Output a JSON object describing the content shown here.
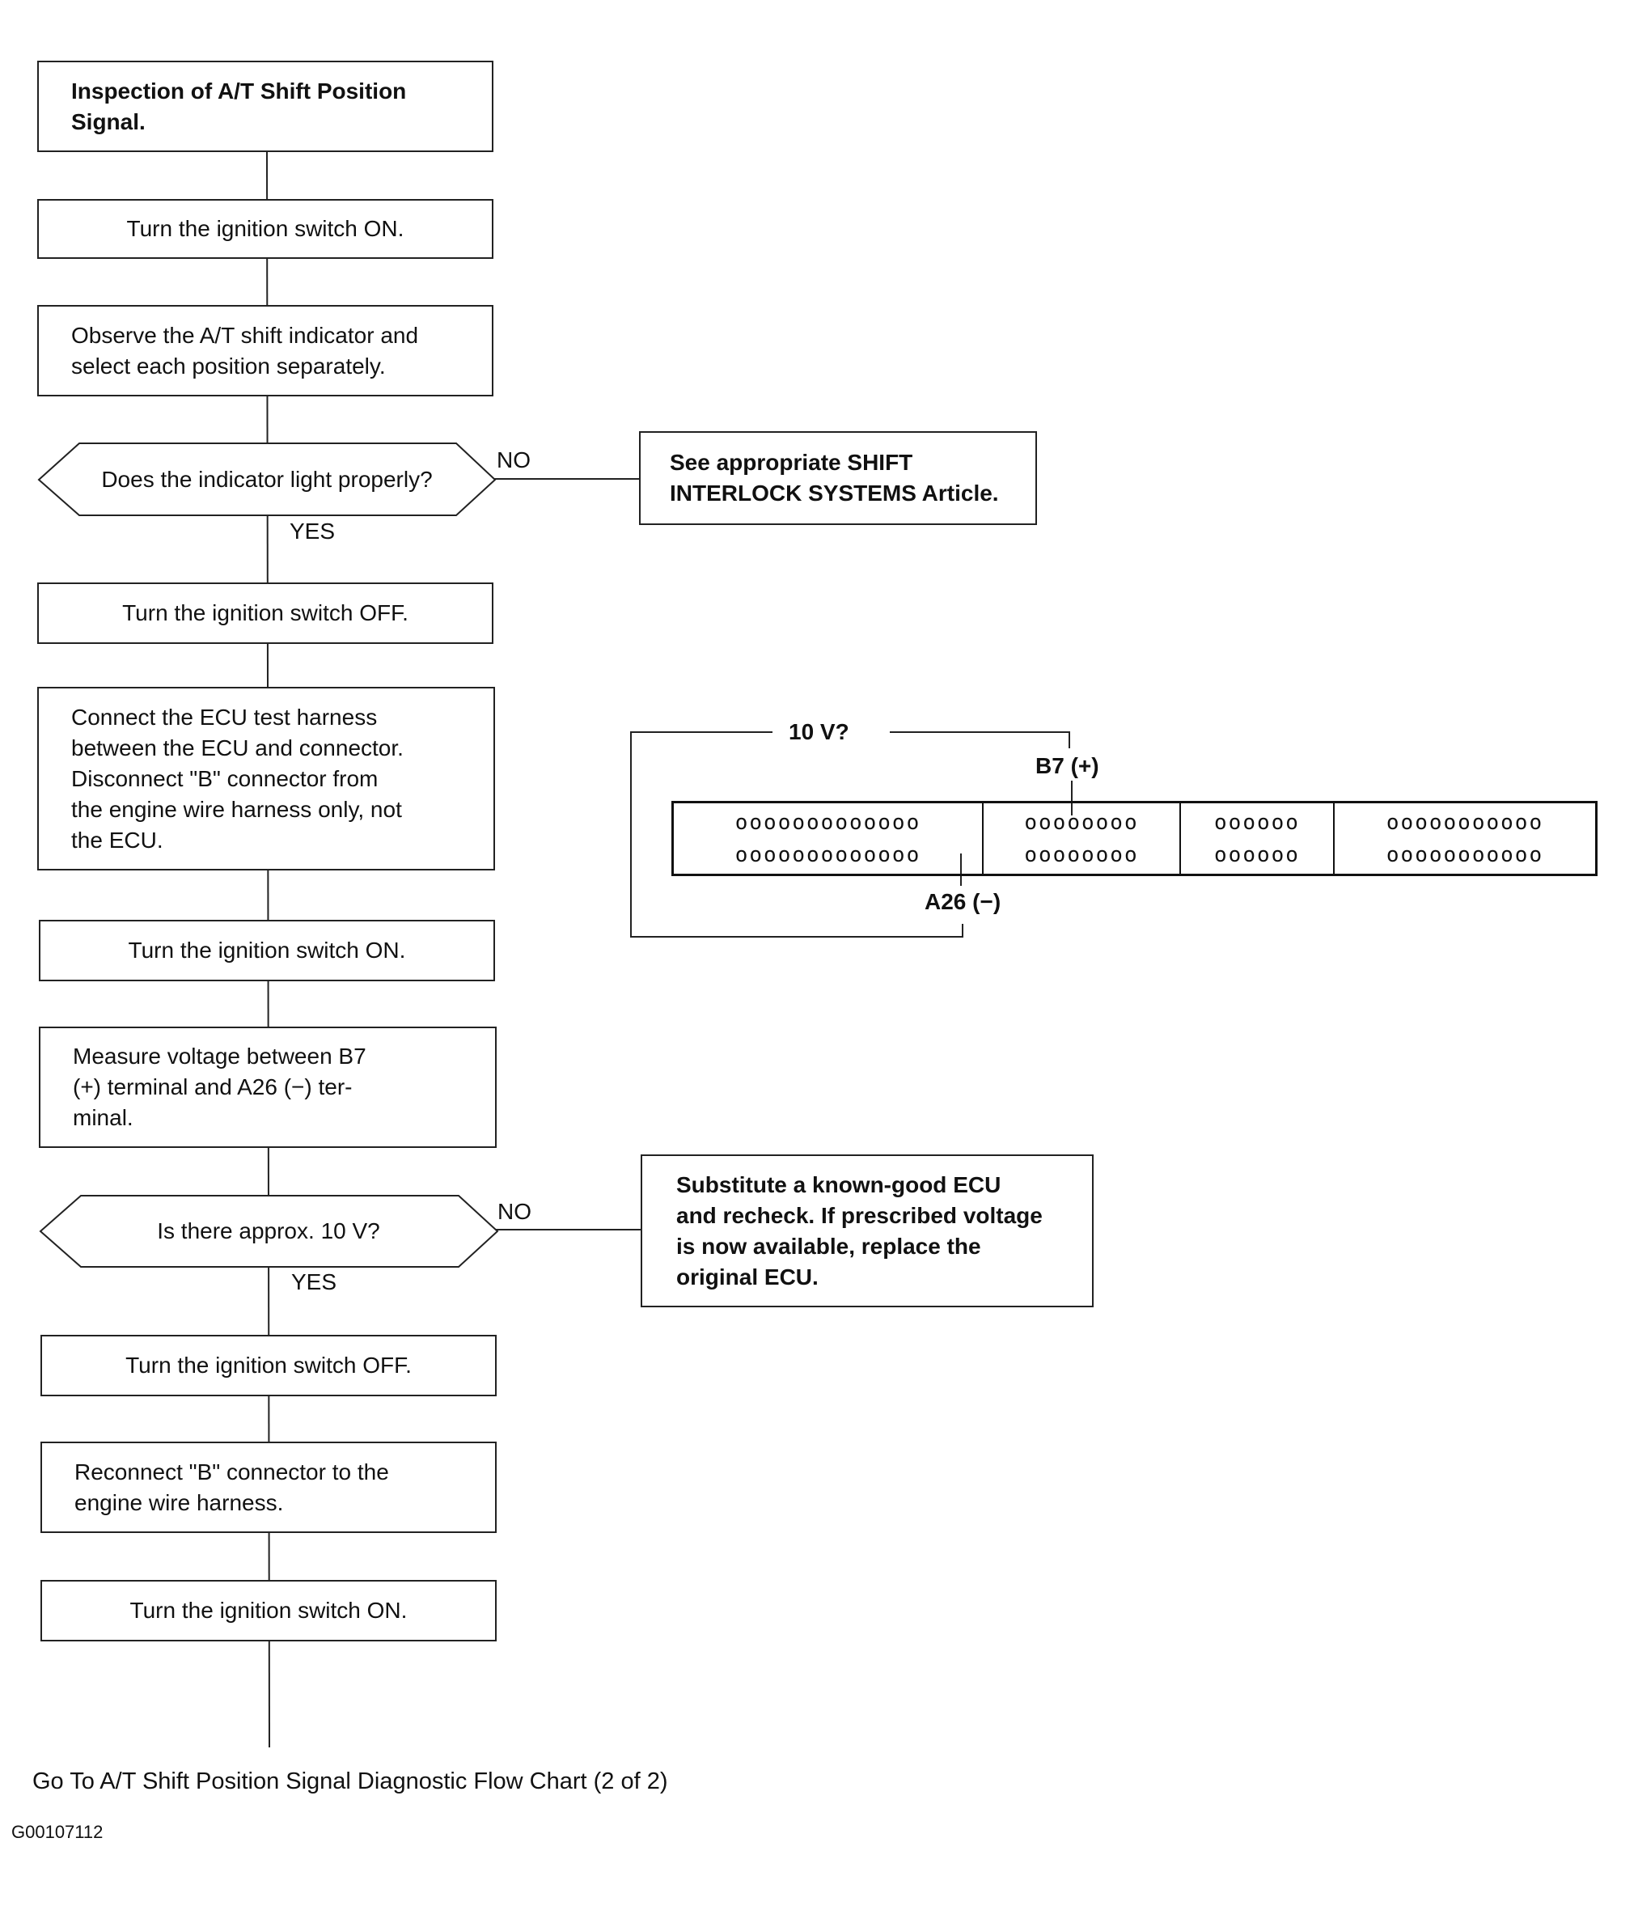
{
  "flowchart": {
    "steps": {
      "s1": "Inspection of A/T Shift Position\nSignal.",
      "s2": "Turn the ignition switch ON.",
      "s3": "Observe the A/T shift indicator and\nselect each position separately.",
      "s4": "Turn the ignition switch OFF.",
      "s5": "Connect the ECU test harness\nbetween the ECU and connector.\nDisconnect \"B\" connector from\nthe engine wire harness only, not\nthe ECU.",
      "s6": "Turn the ignition switch ON.",
      "s7": "Measure voltage between B7\n(+) terminal and A26 (−) ter-\nminal.",
      "s8": "Turn the ignition switch OFF.",
      "s9": "Reconnect \"B\" connector to the\nengine wire harness.",
      "s10": "Turn the ignition switch ON."
    },
    "decisions": {
      "d1": "Does the indicator light properly?",
      "d2": "Is there approx. 10 V?"
    },
    "branch_labels": {
      "d1_no": "NO",
      "d1_yes": "YES",
      "d2_no": "NO",
      "d2_yes": "YES"
    },
    "outcomes": {
      "o1": "See appropriate SHIFT\nINTERLOCK SYSTEMS Article.",
      "o2": "Substitute a known-good ECU\nand recheck. If prescribed voltage\nis now available, replace the\noriginal ECU."
    }
  },
  "connector_diagram": {
    "voltage_label": "10 V?",
    "positive_terminal": "B7 (+)",
    "negative_terminal": "A26 (−)",
    "sections": [
      {
        "top": "ooooooooooooo",
        "bottom": "ooooooooooooo"
      },
      {
        "top": "oooooooo",
        "bottom": "oooooooo"
      },
      {
        "top": "oooooo",
        "bottom": "oooooo"
      },
      {
        "top": "ooooooooooo",
        "bottom": "ooooooooooo"
      }
    ]
  },
  "footer": {
    "next": "Go To A/T Shift Position Signal Diagnostic Flow Chart (2 of 2)",
    "code": "G00107112"
  }
}
